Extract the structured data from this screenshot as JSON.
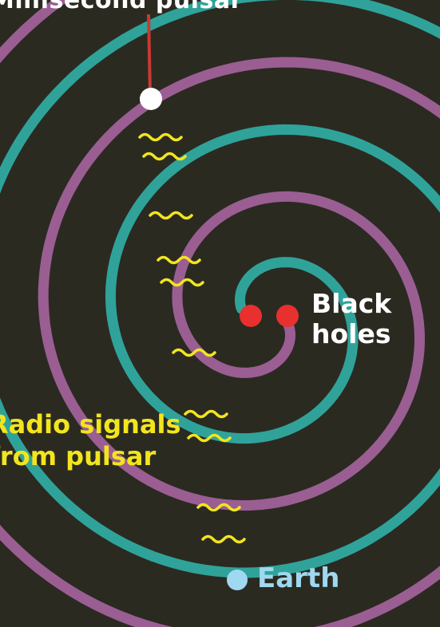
{
  "labels": {
    "pulsar": "Millisecond pulsar",
    "black_holes": [
      "Black",
      "holes"
    ],
    "radio_signals": [
      "Radio signals",
      "from pulsar"
    ],
    "earth": "Earth"
  },
  "colors": {
    "background": "#2b2a21",
    "spiral_purple": "#9a5e93",
    "spiral_teal": "#2fa39a",
    "black_hole": "#e8302e",
    "pulsar": "#ffffff",
    "pointer_line": "#c83a34",
    "earth": "#9fd8f0",
    "radio_wave": "#f2e51e",
    "text_white": "#ffffff",
    "text_yellow": "#f2e51e"
  }
}
